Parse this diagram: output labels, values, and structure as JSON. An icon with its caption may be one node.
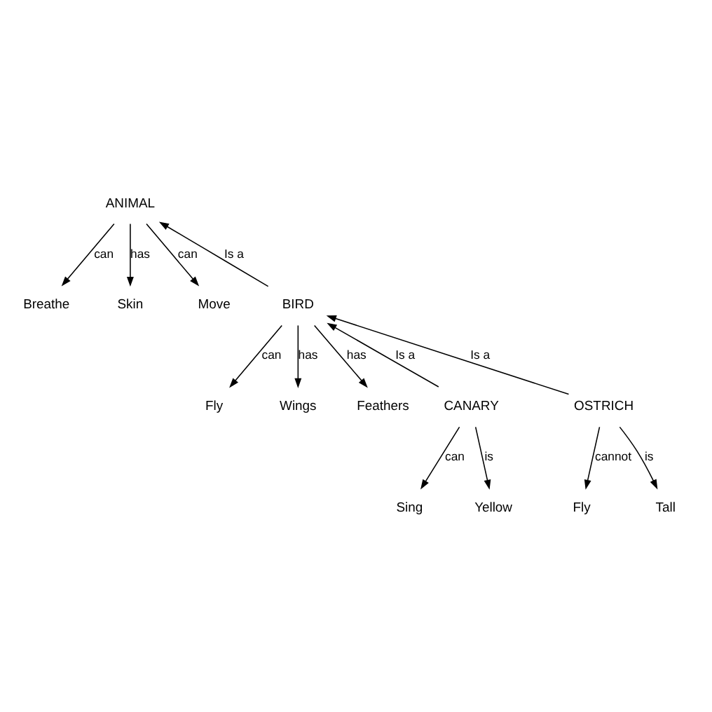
{
  "diagram": {
    "nodes": [
      {
        "text": [
          "ANIMAL"
        ]
      },
      {
        "text": [
          "Breathe"
        ]
      },
      {
        "text": [
          "Skin"
        ]
      },
      {
        "text": [
          "Move"
        ]
      },
      {
        "text": [
          "BIRD"
        ]
      },
      {
        "text": [
          "Fly"
        ]
      },
      {
        "text": [
          "Wings"
        ]
      },
      {
        "text": [
          "Feathers"
        ]
      },
      {
        "text": [
          "CANARY"
        ]
      },
      {
        "text": [
          "OSTRICH"
        ]
      },
      {
        "text": [
          "Sing"
        ]
      },
      {
        "text": [
          "Yellow"
        ]
      },
      {
        "text": [
          "Fly"
        ]
      },
      {
        "text": [
          "Tall"
        ]
      }
    ],
    "edges": [
      {
        "from": 0,
        "to": 1,
        "arrow": "to",
        "label": "can"
      },
      {
        "from": 0,
        "to": 2,
        "arrow": "to",
        "label": "has"
      },
      {
        "from": 0,
        "to": 3,
        "arrow": "to",
        "label": "can"
      },
      {
        "from": 4,
        "to": 0,
        "arrow": "to",
        "label": "Is a"
      },
      {
        "from": 4,
        "to": 5,
        "arrow": "to",
        "label": "can"
      },
      {
        "from": 4,
        "to": 6,
        "arrow": "to",
        "label": "has"
      },
      {
        "from": 4,
        "to": 7,
        "arrow": "to",
        "label": "has"
      },
      {
        "from": 8,
        "to": 4,
        "arrow": "to",
        "label": "Is a"
      },
      {
        "from": 9,
        "to": 4,
        "arrow": "to",
        "label": "Is a"
      },
      {
        "from": 8,
        "to": 10,
        "arrow": "to",
        "label": "can"
      },
      {
        "from": 8,
        "to": 11,
        "arrow": "to",
        "label": "is"
      },
      {
        "from": 9,
        "to": 12,
        "arrow": "to",
        "label": "cannot"
      },
      {
        "from": 9,
        "to": 13,
        "arrow": "to",
        "label": "is"
      }
    ]
  }
}
